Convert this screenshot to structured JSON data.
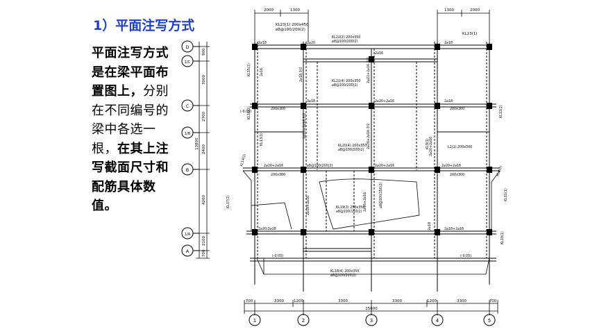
{
  "slide": {
    "title": "1）平面注写方式",
    "description": {
      "part1": "平面注写方式是在梁平面布置图上，",
      "part2": "分别在不同编号的梁中各选一根，",
      "part3": "在其上注写截面尺寸和配筋具体数值。"
    }
  },
  "plan": {
    "top_dims_left": [
      "2000",
      "1300"
    ],
    "top_dims_right": [
      "1300",
      "2000"
    ],
    "top_beam_label_left": "KL23(1) 200x450",
    "top_beam_label_right": "KL23(1)",
    "axis_letters": [
      "D",
      "1/C",
      "C",
      "1/B",
      "B",
      "1/A",
      "A"
    ],
    "axis_numbers": [
      "1",
      "2",
      "3",
      "4",
      "5"
    ],
    "left_dims": [
      "900",
      "3000",
      "2700",
      "2400",
      "4200",
      "2100",
      "700"
    ],
    "left_total": "13800",
    "bottom_dims": [
      "700",
      "3300",
      "1200",
      "3300",
      "3300",
      "1200",
      "3300",
      "700"
    ],
    "bottom_total": "15600",
    "beam_labels": [
      "KL22(2) 200x350",
      "KL21(4) 200x350",
      "KL20(4) 200x350",
      "KL19(3) 250x350",
      "KL18(4) 200x350",
      "L1(1) 200x300",
      "KL15(2)",
      "KL16(2)",
      "KL17(2)",
      "KL14(1)",
      "KL13(1)",
      "KL12(2)",
      "KL11(1)",
      "KL10(1)",
      "KL9(1)",
      "KL8(1)"
    ],
    "section_labels": [
      "200x300",
      "200x300",
      "200x300",
      "200x300"
    ],
    "rebar_notes": [
      "2⌀18",
      "2⌀20",
      "2⌀16",
      "2⌀20+2⌀16",
      "3⌀18",
      "⌀8@100/200(2)",
      "2⌀20;3⌀18",
      "2⌀18+2⌀16"
    ],
    "level_labels": [
      "(-0.05)",
      "(-0.05)",
      "(-0.05)"
    ]
  }
}
